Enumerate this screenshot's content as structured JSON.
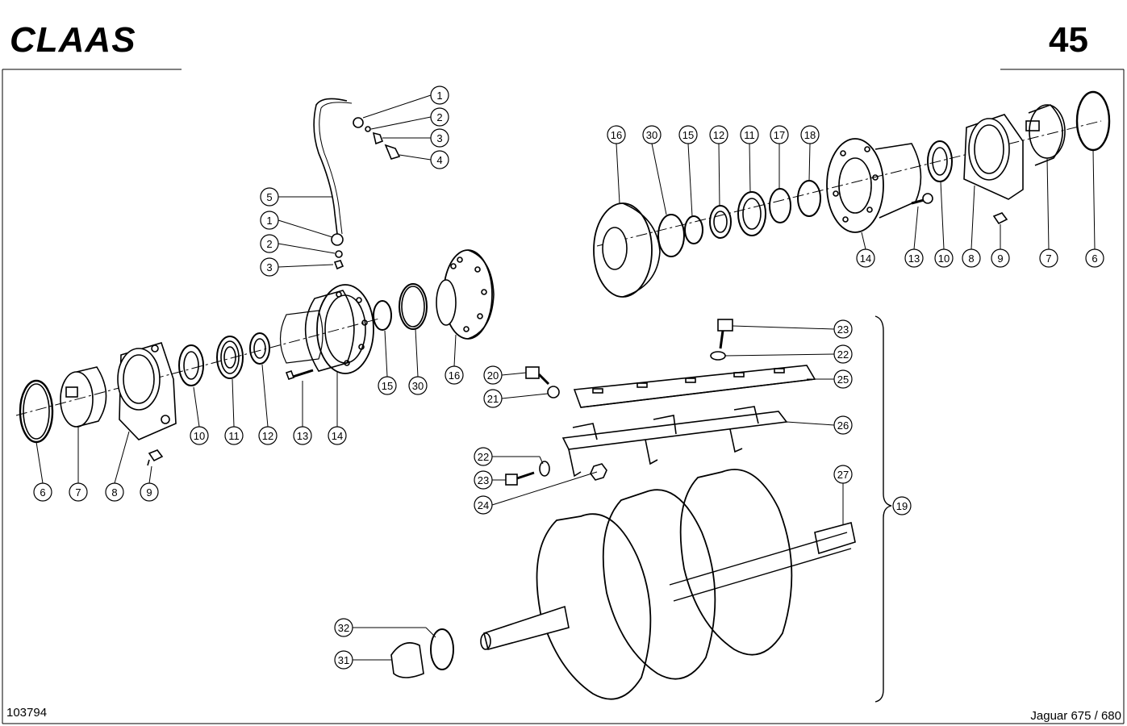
{
  "header": {
    "brand": "CLAAS",
    "page_number": "45"
  },
  "footer": {
    "drawing_number": "103794",
    "model": "Jaguar 675 / 680"
  },
  "callouts": {
    "left_assembly": [
      "6",
      "7",
      "8",
      "9",
      "10",
      "11",
      "12",
      "13",
      "14",
      "15",
      "30",
      "16"
    ],
    "grease_line": [
      "1",
      "2",
      "3",
      "4",
      "5",
      "1",
      "2",
      "3"
    ],
    "right_assembly": [
      "16",
      "30",
      "15",
      "12",
      "11",
      "17",
      "18",
      "14",
      "13",
      "10",
      "8",
      "9",
      "7",
      "6"
    ],
    "rotor_group": [
      "23",
      "22",
      "25",
      "20",
      "21",
      "26",
      "22",
      "23",
      "24",
      "27",
      "19",
      "32",
      "31"
    ]
  }
}
